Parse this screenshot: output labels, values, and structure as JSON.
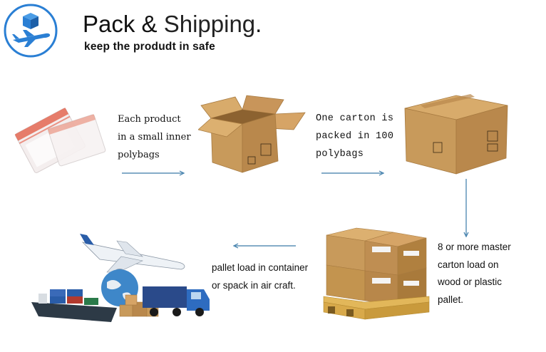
{
  "header": {
    "title_main": "Pack & ",
    "title_light": "Shipping",
    "title_dot": ".",
    "subtitle": "keep the produdt in safe"
  },
  "steps": [
    {
      "lines": [
        "Each product",
        "in a small inner",
        "polybags"
      ]
    },
    {
      "lines": [
        "One carton is",
        "packed in 100",
        "polybags"
      ]
    },
    {
      "lines": [
        "8 or more master",
        "carton load on",
        "wood or plastic",
        "pallet."
      ]
    },
    {
      "lines": [
        "pallet load in container",
        "or spack in air craft."
      ]
    }
  ],
  "colors": {
    "logo_blue": "#2a7fd4",
    "arrow": "#3a7aa8",
    "carton": "#c89a5b",
    "carton_dark": "#a77a40",
    "bag_red": "#e2553e"
  },
  "icons": {
    "logo": "box-and-plane-icon"
  }
}
